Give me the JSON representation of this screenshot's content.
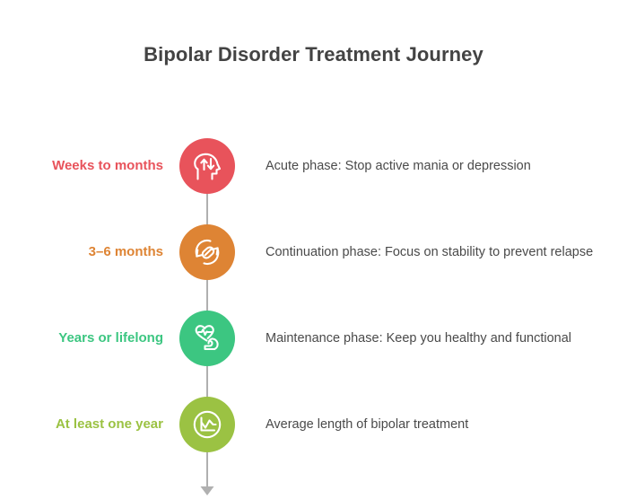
{
  "title": "Bipolar Disorder Treatment Journey",
  "colors": {
    "title_text": "#434343",
    "body_text": "#4a4a4a",
    "connector": "#b0b0b0",
    "background": "#ffffff",
    "stage_1": "#E8535B",
    "stage_2": "#DE8434",
    "stage_3": "#3CC681",
    "stage_4": "#9BC243"
  },
  "stages": [
    {
      "duration": "Weeks to months",
      "description": "Acute phase: Stop active mania or depression",
      "color": "#E8535B",
      "icon": "head-profile-up-down-arrows-icon"
    },
    {
      "duration": "3–6 months",
      "description": "Continuation phase: Focus on stability to prevent relapse",
      "color": "#DE8434",
      "icon": "pill-refresh-cycle-icon"
    },
    {
      "duration": "Years or lifelong",
      "description": "Maintenance phase: Keep you healthy and functional",
      "color": "#3CC681",
      "icon": "heart-pulse-flexed-arm-icon"
    },
    {
      "duration": "At least one year",
      "description": "Average length of bipolar treatment",
      "color": "#9BC243",
      "icon": "line-chart-circle-icon"
    }
  ],
  "flow_arrow": "down-arrow-icon"
}
